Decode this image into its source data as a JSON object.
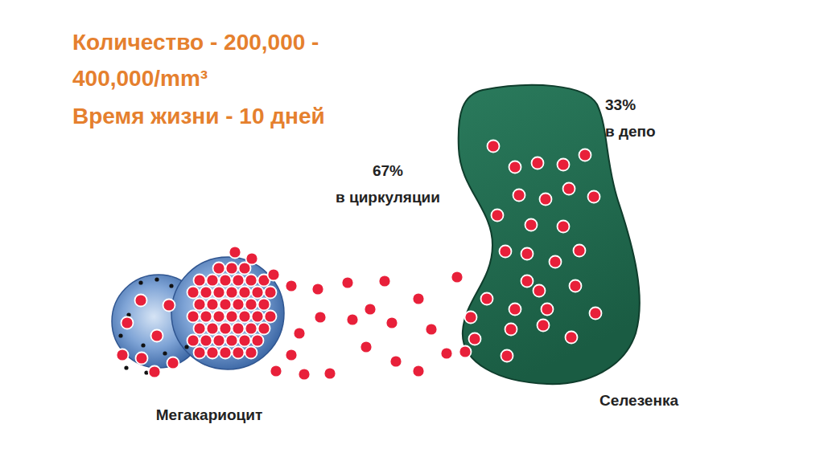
{
  "diagram": {
    "nodes": [
      {
        "text": [
          "Мегакариоцит"
        ]
      },
      {
        "text": [
          "Селезенка"
        ]
      }
    ],
    "labels": [
      "Количество - 200,000 - 400,000/mm³",
      "Время жизни - 10 дней",
      "67% в циркуляции",
      "33% в депо"
    ]
  }
}
